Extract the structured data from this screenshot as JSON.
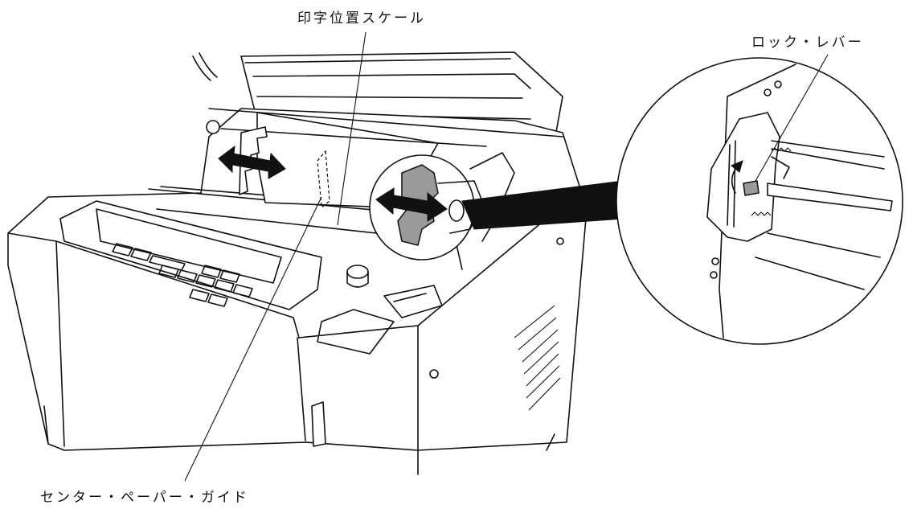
{
  "labels": {
    "print_position_scale": "印字位置スケール",
    "lock_lever": "ロック・レバー",
    "center_paper_guide": "センター・ペーパー・ガイド"
  },
  "icons": [
    "double-arrow-icon",
    "curved-arrow-icon"
  ]
}
